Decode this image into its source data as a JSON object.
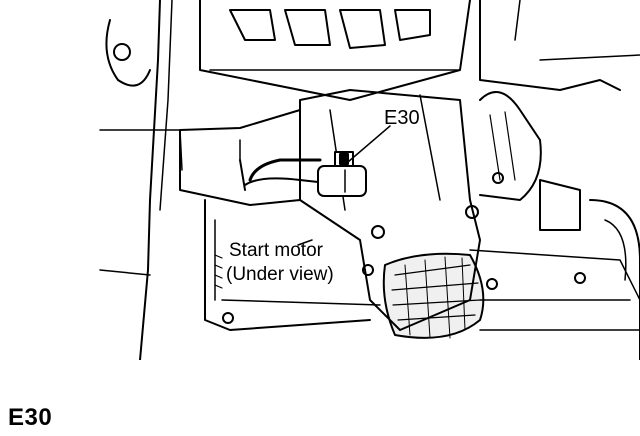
{
  "illustration": {
    "callout_label": "E30",
    "part_label_line1": "Start motor",
    "part_label_line2": "(Under view)"
  },
  "caption": "E30",
  "colors": {
    "ink": "#000000",
    "paper": "#ffffff"
  }
}
